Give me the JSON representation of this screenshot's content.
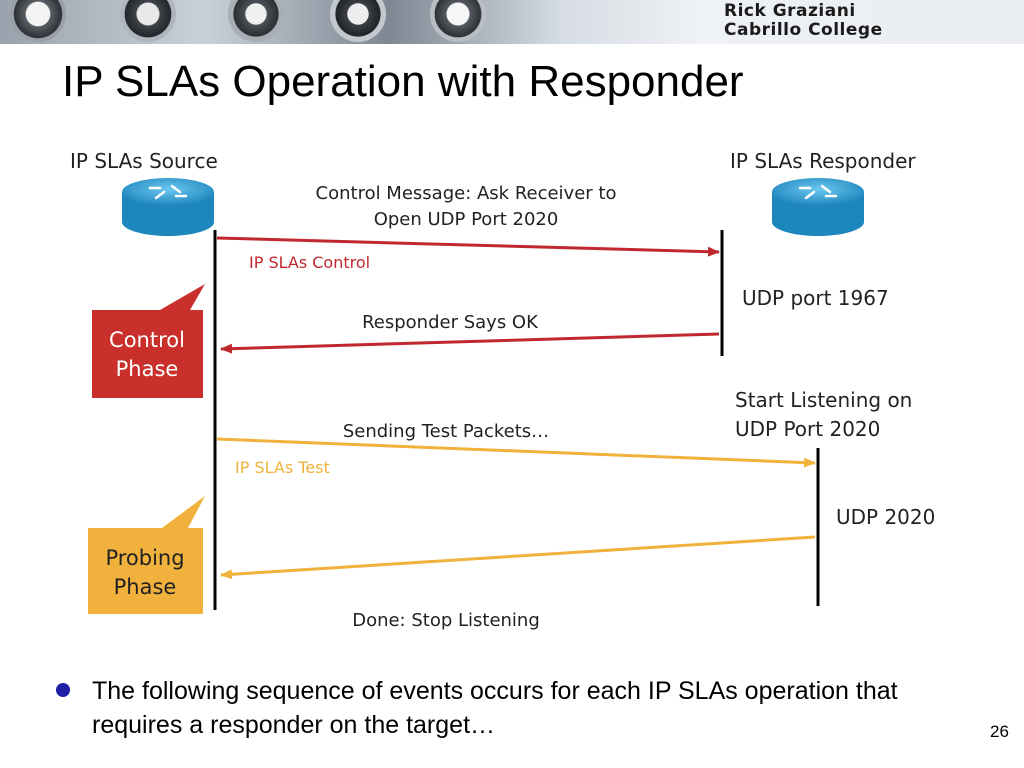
{
  "banner": {
    "line1": "Rick Graziani",
    "line2": "Cabrillo College"
  },
  "title": "IP SLAs Operation with Responder",
  "diagram": {
    "source_label": "IP SLAs Source",
    "responder_label": "IP SLAs Responder",
    "control_message_line1": "Control Message: Ask Receiver to",
    "control_message_line2": "Open UDP Port 2020",
    "ip_slas_control": "IP SLAs Control",
    "udp_port_1967": "UDP port 1967",
    "responder_says_ok": "Responder Says OK",
    "control_phase_line1": "Control",
    "control_phase_line2": "Phase",
    "start_listening_line1": "Start Listening on",
    "start_listening_line2": "UDP Port 2020",
    "sending_test_packets": "Sending Test Packets…",
    "ip_slas_test": "IP SLAs Test",
    "udp_2020": "UDP 2020",
    "probing_phase_line1": "Probing",
    "probing_phase_line2": "Phase",
    "done_stop_listening": "Done: Stop Listening",
    "colors": {
      "control": "#c0282d",
      "probing": "#f0b23c",
      "router": "#2b9bd1"
    },
    "icons": [
      "router-icon",
      "router-icon"
    ]
  },
  "bullet": "The following sequence of events occurs for each IP SLAs operation that requires a responder on the target…",
  "slide_number": "26"
}
